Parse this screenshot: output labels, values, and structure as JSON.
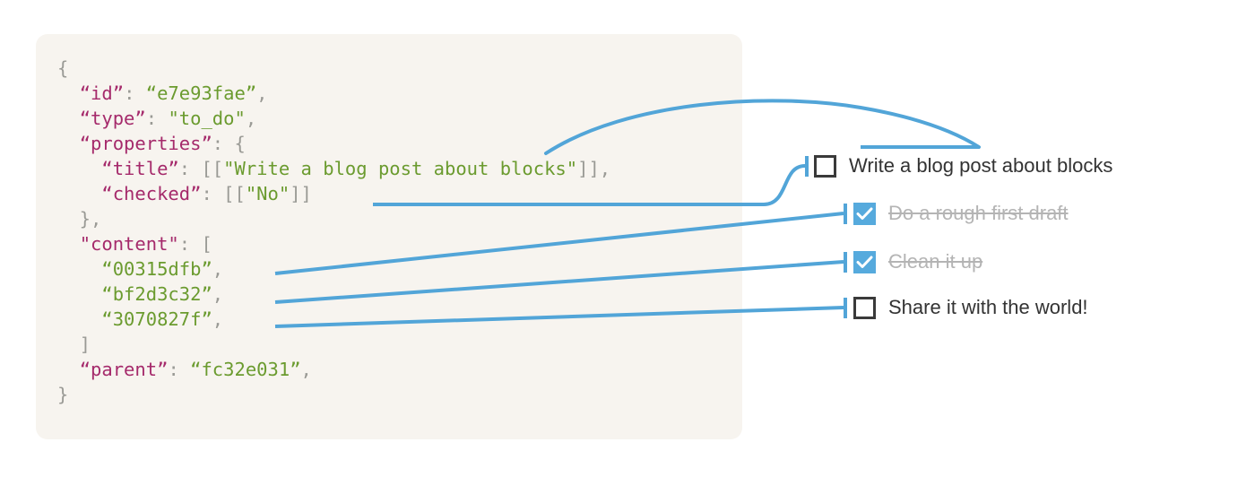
{
  "theme": {
    "panel_bg": "#F7F4EF",
    "page_bg": "#FFFFFF",
    "accent": "#52A5D8",
    "checkbox_fill": "#56AADD",
    "key_color": "#A52A6B",
    "string_color": "#6B9B2F",
    "punct_color": "#9A9A95",
    "label_color": "#333333",
    "done_label_color": "#B4B4B4"
  },
  "code": {
    "language": "json",
    "lines": [
      [
        {
          "t": "{",
          "c": "punct"
        }
      ],
      [
        {
          "t": "  ",
          "c": "punct"
        },
        {
          "t": "“id”",
          "c": "key"
        },
        {
          "t": ": ",
          "c": "punct"
        },
        {
          "t": "“e7e93fae”",
          "c": "str"
        },
        {
          "t": ",",
          "c": "punct"
        }
      ],
      [
        {
          "t": "  ",
          "c": "punct"
        },
        {
          "t": "“type”",
          "c": "key"
        },
        {
          "t": ": ",
          "c": "punct"
        },
        {
          "t": "\"to_do\"",
          "c": "str"
        },
        {
          "t": ",",
          "c": "punct"
        }
      ],
      [
        {
          "t": "  ",
          "c": "punct"
        },
        {
          "t": "“properties”",
          "c": "key"
        },
        {
          "t": ": {",
          "c": "punct"
        }
      ],
      [
        {
          "t": "    ",
          "c": "punct"
        },
        {
          "t": "“title”",
          "c": "key"
        },
        {
          "t": ": [[",
          "c": "punct"
        },
        {
          "t": "\"Write a blog post about blocks\"",
          "c": "str"
        },
        {
          "t": "]],",
          "c": "punct"
        }
      ],
      [
        {
          "t": "    ",
          "c": "punct"
        },
        {
          "t": "“checked”",
          "c": "key"
        },
        {
          "t": ": [[",
          "c": "punct"
        },
        {
          "t": "\"No\"",
          "c": "str"
        },
        {
          "t": "]]",
          "c": "punct"
        }
      ],
      [
        {
          "t": "  },",
          "c": "punct"
        }
      ],
      [
        {
          "t": "  ",
          "c": "punct"
        },
        {
          "t": "\"content\"",
          "c": "key"
        },
        {
          "t": ": [",
          "c": "punct"
        }
      ],
      [
        {
          "t": "    ",
          "c": "punct"
        },
        {
          "t": "“00315dfb”",
          "c": "str"
        },
        {
          "t": ",",
          "c": "punct"
        }
      ],
      [
        {
          "t": "    ",
          "c": "punct"
        },
        {
          "t": "“bf2d3c32”",
          "c": "str"
        },
        {
          "t": ",",
          "c": "punct"
        }
      ],
      [
        {
          "t": "    ",
          "c": "punct"
        },
        {
          "t": "“3070827f”",
          "c": "str"
        },
        {
          "t": ",",
          "c": "punct"
        }
      ],
      [
        {
          "t": "  ]",
          "c": "punct"
        }
      ],
      [
        {
          "t": "  ",
          "c": "punct"
        },
        {
          "t": "“parent”",
          "c": "key"
        },
        {
          "t": ": ",
          "c": "punct"
        },
        {
          "t": "“fc32e031”",
          "c": "str"
        },
        {
          "t": ",",
          "c": "punct"
        }
      ],
      [
        {
          "t": "}",
          "c": "punct"
        }
      ]
    ]
  },
  "todos": [
    {
      "label": "Write a blog post about blocks",
      "checked": false,
      "indent": 0
    },
    {
      "label": "Do a rough first draft",
      "checked": true,
      "indent": 1
    },
    {
      "label": "Clean it up",
      "checked": true,
      "indent": 1
    },
    {
      "label": "Share it with the world!",
      "checked": false,
      "indent": 1
    }
  ]
}
